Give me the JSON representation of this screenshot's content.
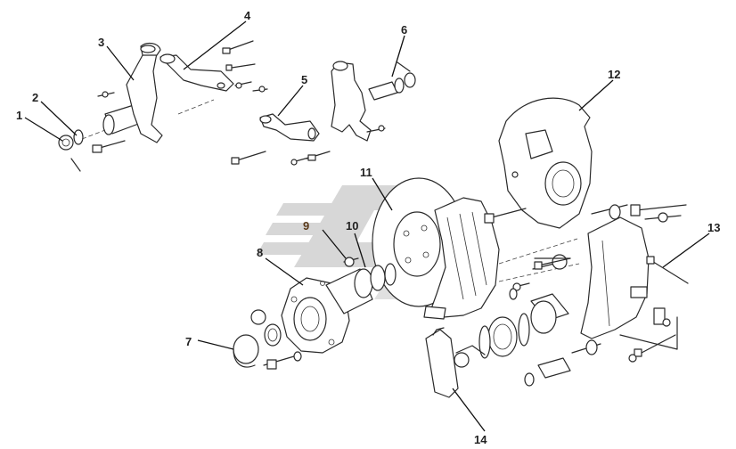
{
  "diagram": {
    "callouts": [
      {
        "id": "c1",
        "text": "1"
      },
      {
        "id": "c2",
        "text": "2"
      },
      {
        "id": "c3",
        "text": "3"
      },
      {
        "id": "c4",
        "text": "4"
      },
      {
        "id": "c5",
        "text": "5"
      },
      {
        "id": "c6",
        "text": "6"
      },
      {
        "id": "c7",
        "text": "7"
      },
      {
        "id": "c8",
        "text": "8"
      },
      {
        "id": "c9",
        "text": "9"
      },
      {
        "id": "c10",
        "text": "10"
      },
      {
        "id": "c11",
        "text": "11"
      },
      {
        "id": "c12",
        "text": "12"
      },
      {
        "id": "c13",
        "text": "13"
      },
      {
        "id": "c14",
        "text": "14"
      }
    ],
    "watermark_color": "#b8b8b8",
    "line_color": "#2a2a2a"
  }
}
